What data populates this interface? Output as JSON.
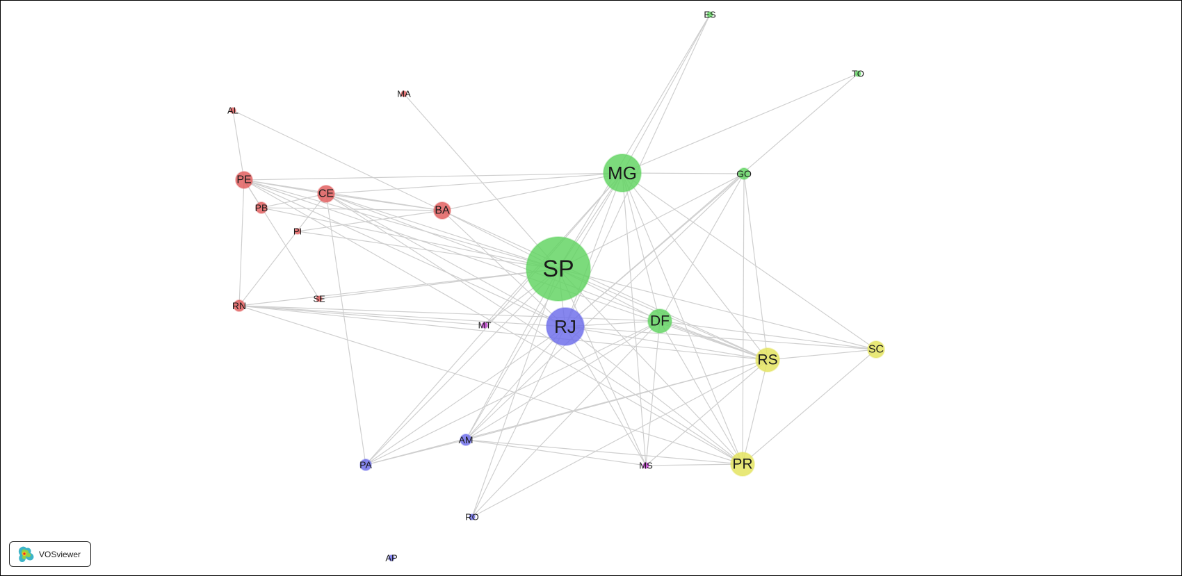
{
  "app": {
    "logo_text": "VOSviewer"
  },
  "palette": {
    "cluster_1": "#e05a5a",
    "cluster_2": "#5fd35f",
    "cluster_3": "#6b6bea",
    "cluster_4": "#e3e35a",
    "cluster_5": "#c23ed1",
    "edge": "#cfcfcf"
  },
  "network": {
    "nodes": [
      {
        "id": "SP",
        "label": "SP",
        "cluster": 2,
        "weight": 10
      },
      {
        "id": "MG",
        "label": "MG",
        "cluster": 2,
        "weight": 6
      },
      {
        "id": "RJ",
        "label": "RJ",
        "cluster": 3,
        "weight": 6
      },
      {
        "id": "DF",
        "label": "DF",
        "cluster": 2,
        "weight": 4
      },
      {
        "id": "GO",
        "label": "GO",
        "cluster": 2,
        "weight": 2
      },
      {
        "id": "ES",
        "label": "ES",
        "cluster": 2,
        "weight": 1
      },
      {
        "id": "TO",
        "label": "TO",
        "cluster": 2,
        "weight": 1
      },
      {
        "id": "RS",
        "label": "RS",
        "cluster": 4,
        "weight": 4
      },
      {
        "id": "PR",
        "label": "PR",
        "cluster": 4,
        "weight": 4
      },
      {
        "id": "SC",
        "label": "SC",
        "cluster": 4,
        "weight": 3
      },
      {
        "id": "PE",
        "label": "PE",
        "cluster": 1,
        "weight": 3
      },
      {
        "id": "CE",
        "label": "CE",
        "cluster": 1,
        "weight": 3
      },
      {
        "id": "BA",
        "label": "BA",
        "cluster": 1,
        "weight": 3
      },
      {
        "id": "PB",
        "label": "PB",
        "cluster": 1,
        "weight": 2
      },
      {
        "id": "PI",
        "label": "PI",
        "cluster": 1,
        "weight": 1
      },
      {
        "id": "RN",
        "label": "RN",
        "cluster": 1,
        "weight": 2
      },
      {
        "id": "SE",
        "label": "SE",
        "cluster": 1,
        "weight": 1
      },
      {
        "id": "AL",
        "label": "AL",
        "cluster": 1,
        "weight": 1
      },
      {
        "id": "MA",
        "label": "MA",
        "cluster": 1,
        "weight": 1
      },
      {
        "id": "PA",
        "label": "PA",
        "cluster": 3,
        "weight": 2
      },
      {
        "id": "AM",
        "label": "AM",
        "cluster": 3,
        "weight": 2
      },
      {
        "id": "RO",
        "label": "RO",
        "cluster": 3,
        "weight": 1
      },
      {
        "id": "AP",
        "label": "AP",
        "cluster": 3,
        "weight": 1
      },
      {
        "id": "MT",
        "label": "MT",
        "cluster": 5,
        "weight": 1
      },
      {
        "id": "MS",
        "label": "MS",
        "cluster": 5,
        "weight": 1
      }
    ],
    "edges": [
      [
        "SP",
        "MG"
      ],
      [
        "SP",
        "RJ"
      ],
      [
        "SP",
        "DF"
      ],
      [
        "SP",
        "GO"
      ],
      [
        "SP",
        "ES"
      ],
      [
        "SP",
        "RS"
      ],
      [
        "SP",
        "PR"
      ],
      [
        "SP",
        "SC"
      ],
      [
        "SP",
        "PE"
      ],
      [
        "SP",
        "CE"
      ],
      [
        "SP",
        "BA"
      ],
      [
        "SP",
        "PB"
      ],
      [
        "SP",
        "PI"
      ],
      [
        "SP",
        "RN"
      ],
      [
        "SP",
        "SE"
      ],
      [
        "SP",
        "MA"
      ],
      [
        "SP",
        "PA"
      ],
      [
        "SP",
        "AM"
      ],
      [
        "SP",
        "RO"
      ],
      [
        "SP",
        "MT"
      ],
      [
        "SP",
        "MS"
      ],
      [
        "MG",
        "RJ"
      ],
      [
        "MG",
        "DF"
      ],
      [
        "MG",
        "GO"
      ],
      [
        "MG",
        "ES"
      ],
      [
        "MG",
        "TO"
      ],
      [
        "MG",
        "RS"
      ],
      [
        "MG",
        "PR"
      ],
      [
        "MG",
        "SC"
      ],
      [
        "MG",
        "PE"
      ],
      [
        "MG",
        "CE"
      ],
      [
        "MG",
        "BA"
      ],
      [
        "MG",
        "PA"
      ],
      [
        "MG",
        "AM"
      ],
      [
        "MG",
        "MS"
      ],
      [
        "MG",
        "MT"
      ],
      [
        "RJ",
        "DF"
      ],
      [
        "RJ",
        "RS"
      ],
      [
        "RJ",
        "PR"
      ],
      [
        "RJ",
        "SC"
      ],
      [
        "RJ",
        "PE"
      ],
      [
        "RJ",
        "CE"
      ],
      [
        "RJ",
        "BA"
      ],
      [
        "RJ",
        "RN"
      ],
      [
        "RJ",
        "PA"
      ],
      [
        "RJ",
        "AM"
      ],
      [
        "RJ",
        "RO"
      ],
      [
        "RJ",
        "MS"
      ],
      [
        "RJ",
        "ES"
      ],
      [
        "RJ",
        "TO"
      ],
      [
        "RJ",
        "GO"
      ],
      [
        "DF",
        "GO"
      ],
      [
        "DF",
        "RS"
      ],
      [
        "DF",
        "PR"
      ],
      [
        "DF",
        "SC"
      ],
      [
        "DF",
        "PA"
      ],
      [
        "DF",
        "AM"
      ],
      [
        "DF",
        "MS"
      ],
      [
        "DF",
        "RN"
      ],
      [
        "GO",
        "PR"
      ],
      [
        "GO",
        "RS"
      ],
      [
        "GO",
        "AM"
      ],
      [
        "RS",
        "PR"
      ],
      [
        "RS",
        "SC"
      ],
      [
        "RS",
        "AM"
      ],
      [
        "RS",
        "MS"
      ],
      [
        "PR",
        "SC"
      ],
      [
        "PR",
        "MS"
      ],
      [
        "PR",
        "AM"
      ],
      [
        "PR",
        "RN"
      ],
      [
        "PR",
        "CE"
      ],
      [
        "PR",
        "PE"
      ],
      [
        "PE",
        "CE"
      ],
      [
        "PE",
        "BA"
      ],
      [
        "PE",
        "PB"
      ],
      [
        "PE",
        "RN"
      ],
      [
        "PE",
        "SE"
      ],
      [
        "PE",
        "AL"
      ],
      [
        "PE",
        "RS"
      ],
      [
        "CE",
        "BA"
      ],
      [
        "CE",
        "RN"
      ],
      [
        "CE",
        "PA"
      ],
      [
        "CE",
        "RS"
      ],
      [
        "CE",
        "PB"
      ],
      [
        "AL",
        "BA"
      ],
      [
        "BA",
        "PB"
      ],
      [
        "BA",
        "PI"
      ],
      [
        "BA",
        "RS"
      ],
      [
        "RN",
        "RS"
      ],
      [
        "RN",
        "MT"
      ],
      [
        "PA",
        "AM"
      ],
      [
        "PA",
        "RS"
      ],
      [
        "AM",
        "MS"
      ],
      [
        "RO",
        "RS"
      ],
      [
        "RO",
        "DF"
      ]
    ]
  }
}
